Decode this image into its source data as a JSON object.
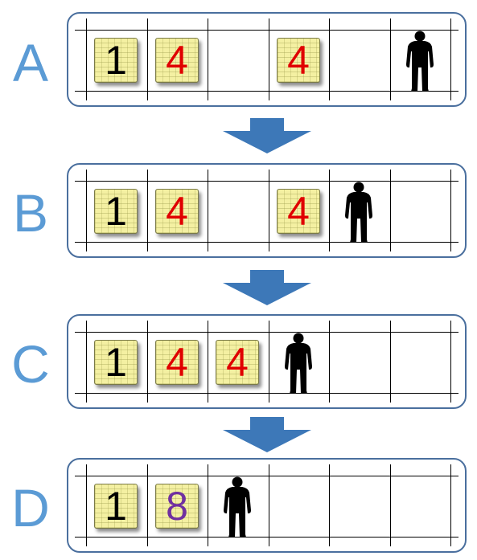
{
  "colors": {
    "letter": "#5b9bd5",
    "panel_border": "#4a6f9e",
    "arrow": "#3d78b8",
    "digit_one": "#000000",
    "digit_four": "#e00000",
    "digit_eight": "#7030a0"
  },
  "rows": [
    {
      "letter": "A",
      "tiles": [
        {
          "cell": 0,
          "value": "1",
          "color": "#000000"
        },
        {
          "cell": 1,
          "value": "4",
          "color": "#e00000"
        },
        {
          "cell": 3,
          "value": "4",
          "color": "#e00000"
        }
      ],
      "person_cell": 5,
      "person_icon": "person-silhouette-icon"
    },
    {
      "letter": "B",
      "tiles": [
        {
          "cell": 0,
          "value": "1",
          "color": "#000000"
        },
        {
          "cell": 1,
          "value": "4",
          "color": "#e00000"
        },
        {
          "cell": 3,
          "value": "4",
          "color": "#e00000"
        }
      ],
      "person_cell": 4,
      "person_icon": "person-silhouette-icon"
    },
    {
      "letter": "C",
      "tiles": [
        {
          "cell": 0,
          "value": "1",
          "color": "#000000"
        },
        {
          "cell": 1,
          "value": "4",
          "color": "#e00000"
        },
        {
          "cell": 2,
          "value": "4",
          "color": "#e00000"
        }
      ],
      "person_cell": 3,
      "person_icon": "person-silhouette-icon"
    },
    {
      "letter": "D",
      "tiles": [
        {
          "cell": 0,
          "value": "1",
          "color": "#000000"
        },
        {
          "cell": 1,
          "value": "8",
          "color": "#7030a0"
        }
      ],
      "person_cell": 2,
      "person_icon": "person-silhouette-icon"
    }
  ],
  "arrow_icon": "down-arrow-icon"
}
